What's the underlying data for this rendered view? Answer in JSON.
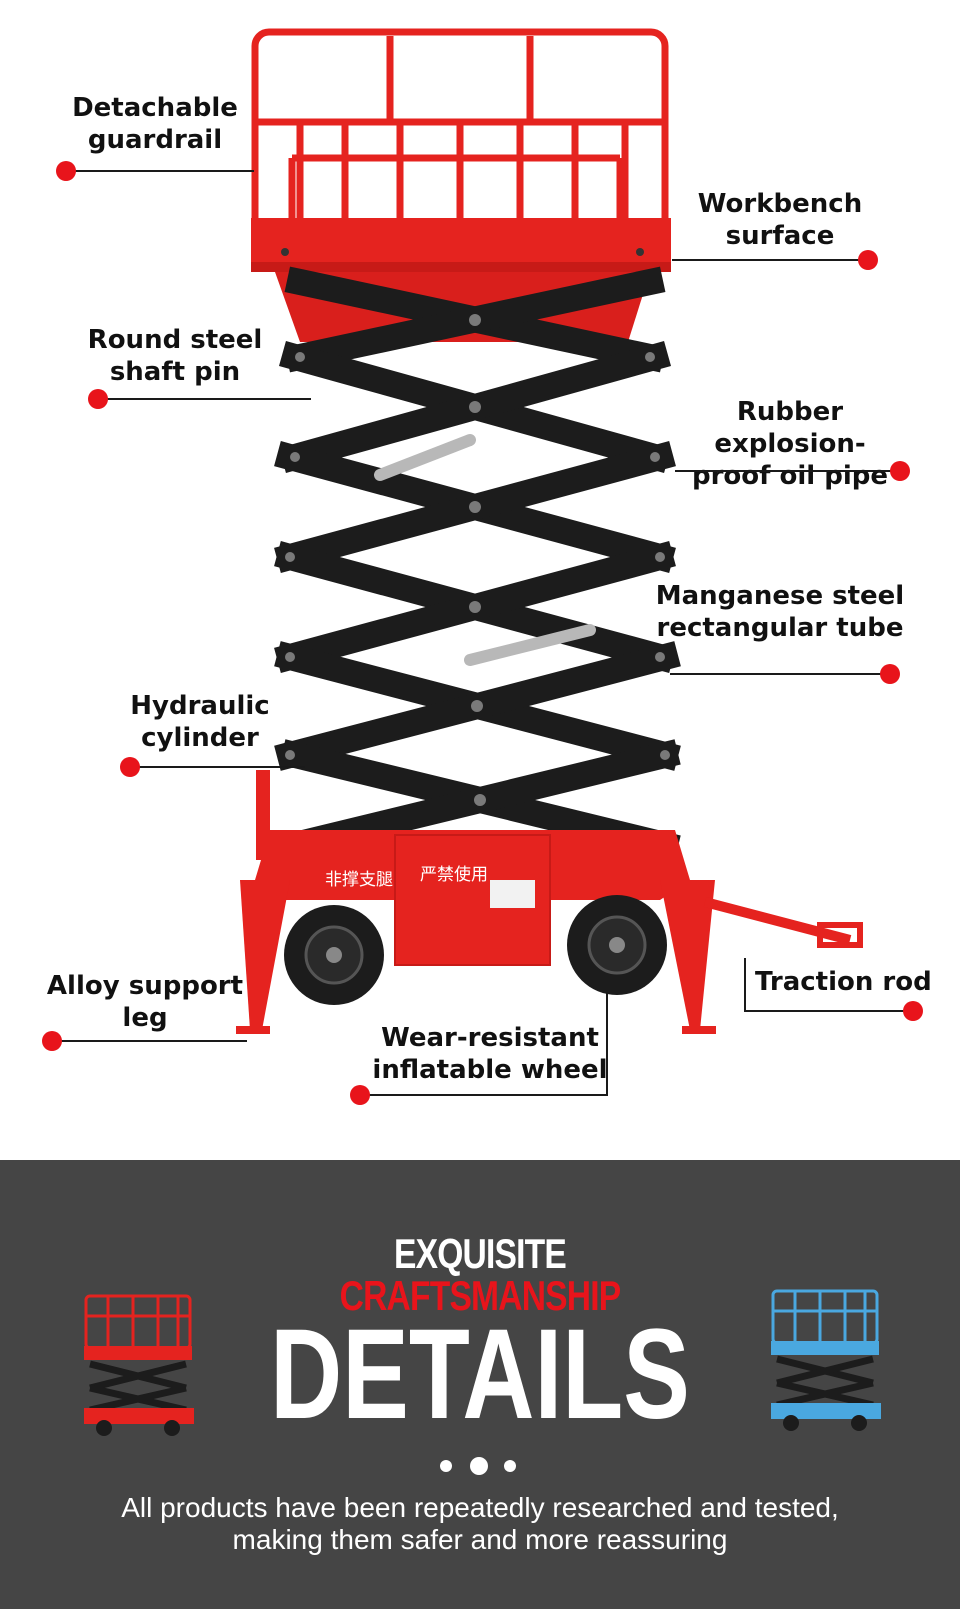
{
  "labels": {
    "detachable_guardrail": "Detachable\nguardrail",
    "workbench_surface": "Workbench\nsurface",
    "round_steel_shaft_pin": "Round steel\nshaft pin",
    "rubber_oil_pipe": "Rubber explosion-\nproof oil pipe",
    "manganese_tube": "Manganese steel\nrectangular tube",
    "hydraulic_cylinder": "Hydraulic\ncylinder",
    "alloy_support_leg": "Alloy support\nleg",
    "traction_rod": "Traction rod",
    "inflatable_wheel": "Wear-resistant\ninflatable wheel"
  },
  "machine_text": {
    "left_sign": "非撑支腿",
    "right_sign": "严禁使用"
  },
  "banner": {
    "line1": "EXQUISITE",
    "line2": "CRAFTSMANSHIP",
    "line3": "DETAILS",
    "subtitle": "All products have been repeatedly researched and tested, making them safer and more reassuring"
  },
  "colors": {
    "accent_red": "#e8141b",
    "lift_red": "#e5231f",
    "scissor_black": "#1c1c1c",
    "banner_bg": "#454545",
    "blue_lift": "#4aa8e0"
  }
}
